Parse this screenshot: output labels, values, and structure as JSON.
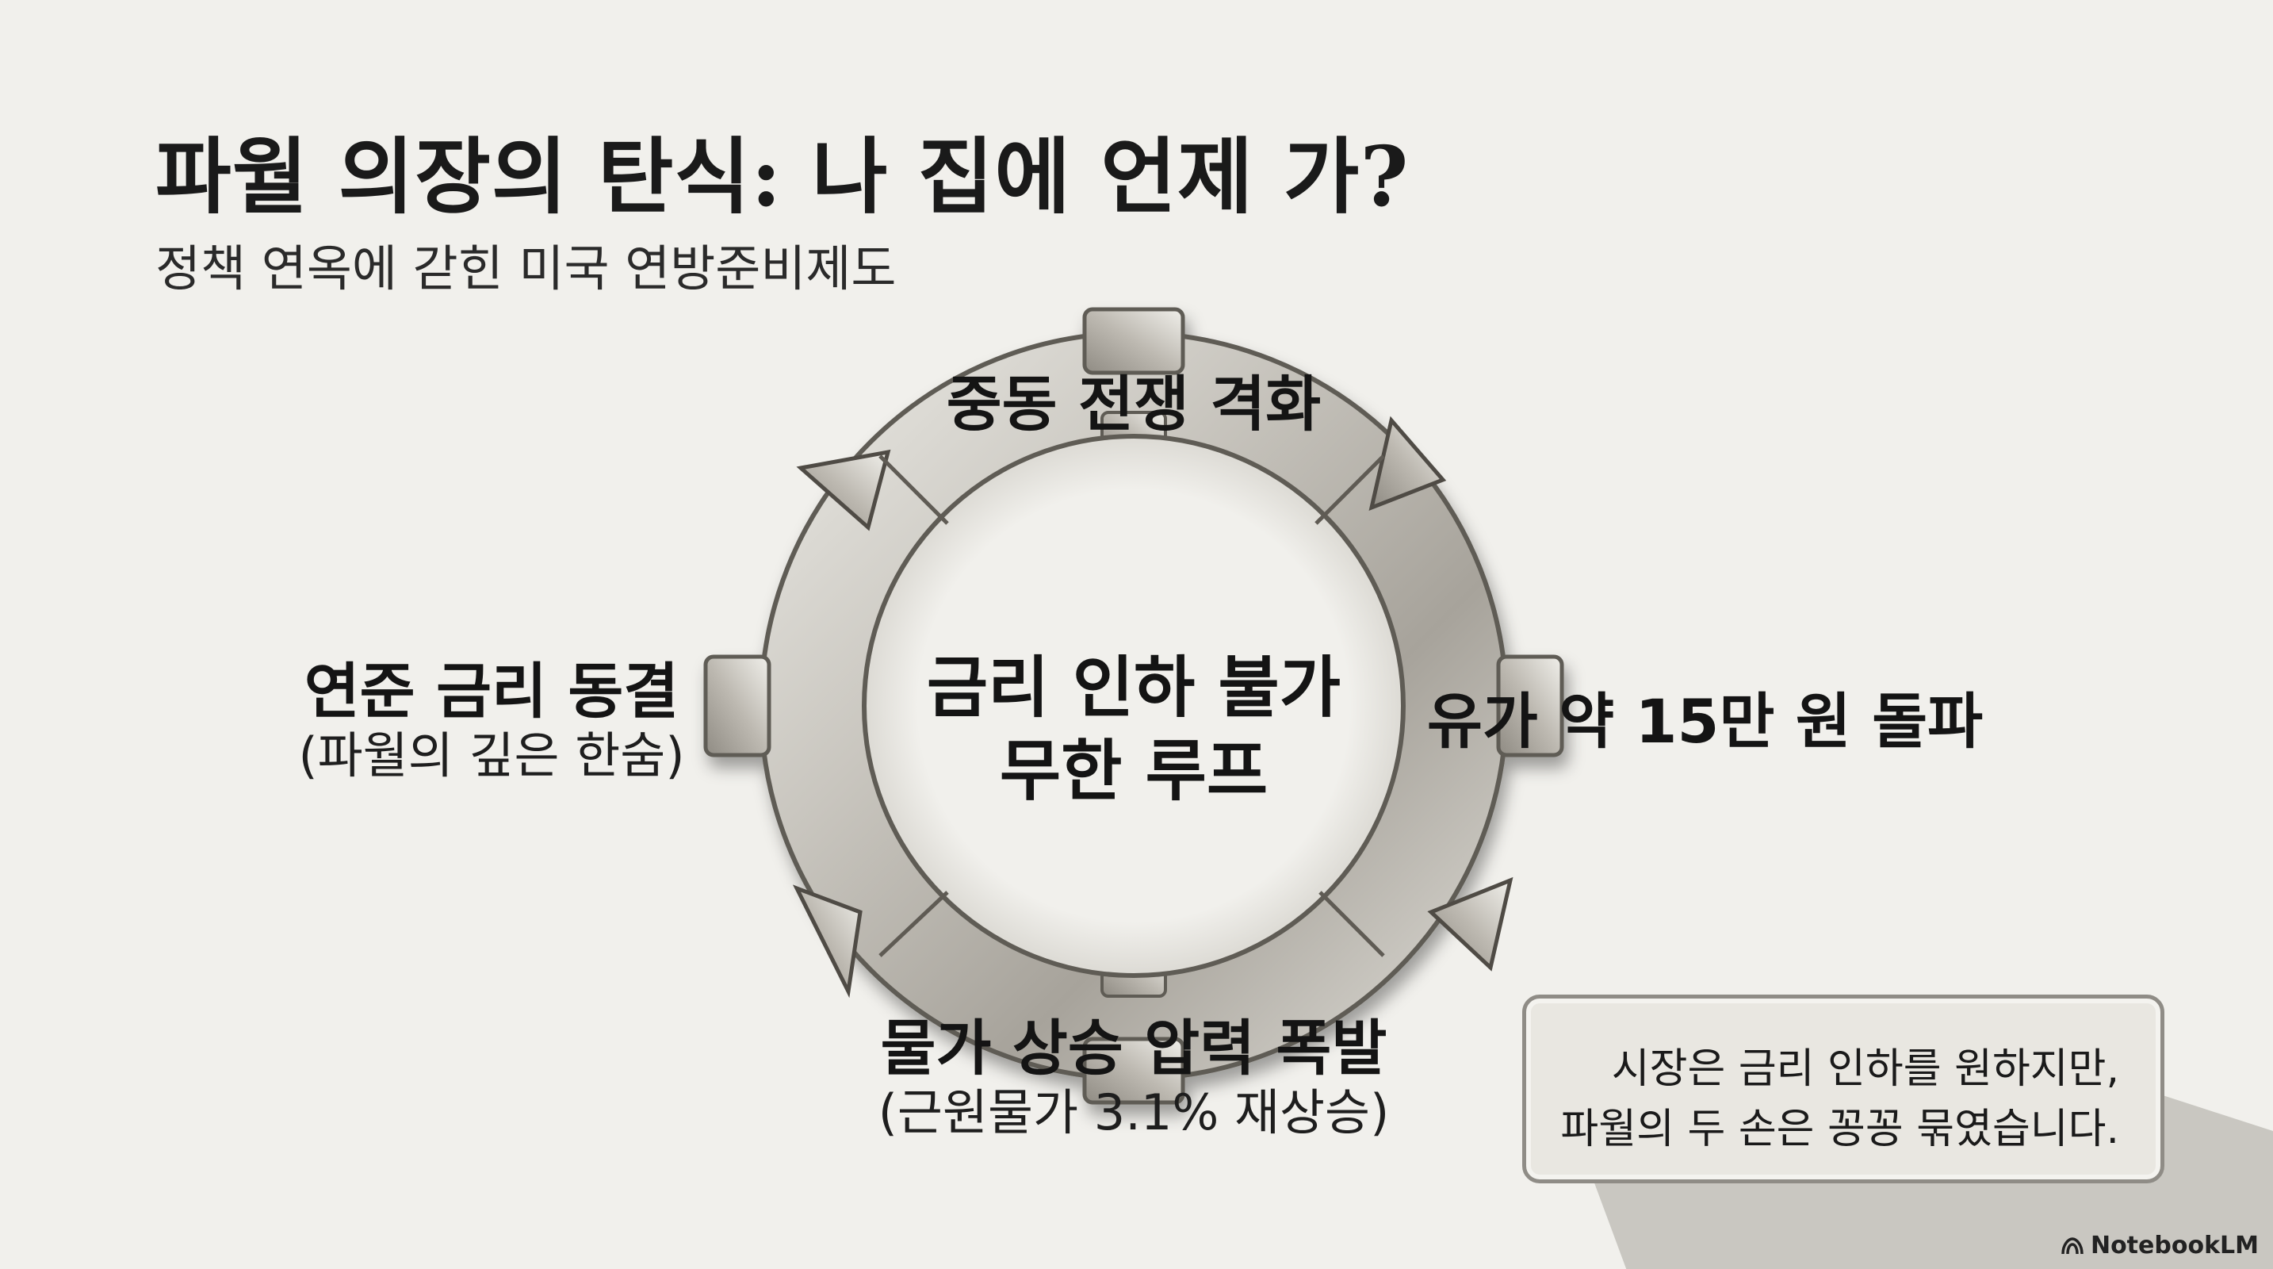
{
  "title": "파월 의장의 탄식: 나 집에 언제 가?",
  "subtitle": "정책 연옥에 갇힌 미국 연방준비제도",
  "cycle": {
    "center_line1": "금리 인하 불가",
    "center_line2": "무한 루프",
    "top": {
      "main": "중동 전쟁 격화"
    },
    "right": {
      "main": "유가 약 15만 원 돌파"
    },
    "bottom": {
      "main": "물가 상승 압력 폭발",
      "sub": "(근원물가 3.1% 재상승)"
    },
    "left": {
      "main": "연준 금리 동결",
      "sub": "(파월의 깊은 한숨)"
    }
  },
  "note": {
    "line1": "시장은 금리 인하를 원하지만,",
    "line2": "파월의 두 손은 꽁꽁 묶였습니다."
  },
  "brand": "NotebookLM"
}
